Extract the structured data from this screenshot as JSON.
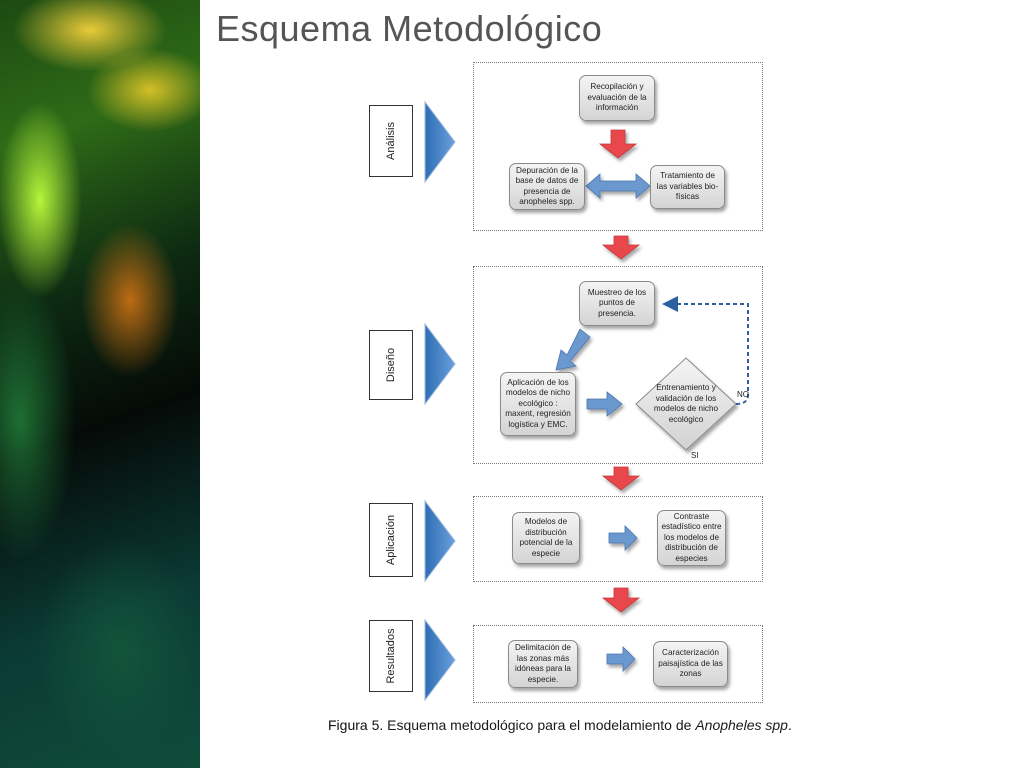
{
  "slide": {
    "title": "Esquema Metodológico",
    "caption": {
      "label": "Figura 5.",
      "text": " Esquema metodológico para el modelamiento de ",
      "italic": "Anopheles spp",
      "end": "."
    }
  },
  "phases": {
    "analysis": "Análisis",
    "design": "Diseño",
    "application": "Aplicación",
    "results": "Resultados"
  },
  "nodes": {
    "recopilacion": "Recopilación y evaluación de la información",
    "depuracion": "Depuración de la base de datos de presencia de anopheles spp.",
    "tratamiento": "Tratamiento de las variables bio-físicas",
    "muestreo": "Muestreo de los puntos de presencia.",
    "aplicacion_modelos": "Aplicación de los modelos de nicho ecológico : maxent, regresión logística y EMC.",
    "entrenamiento": "Entrenamiento y validación de los modelos de nicho ecológico",
    "modelos_distribucion": "Modelos de distribución potencial de la especie",
    "contraste": "Contraste estadístico entre los modelos de distribución de especies",
    "delimitacion": "Delimitación de las zonas más idóneas para la especie.",
    "caracterizacion": "Caracterización paisajística de las zonas"
  },
  "decision_labels": {
    "no": "NO",
    "si": "SI"
  },
  "colors": {
    "title_text": "#555555",
    "phase_arrow": "#4a7fc0",
    "flow_arrow_red": "#e8474c",
    "flow_arrow_blue": "#6a98cf",
    "loop_arrow": "#2e5f9e"
  }
}
